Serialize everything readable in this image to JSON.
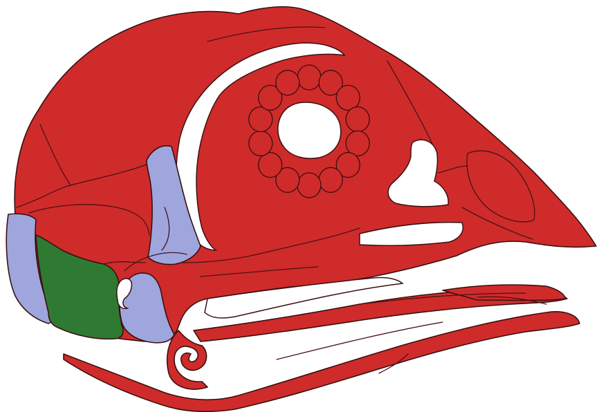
{
  "colors": {
    "background": "#ffffff",
    "bone_red": "#cf2b2b",
    "bone_blue": "#9fa6dd",
    "bone_green": "#2f7a33",
    "outline": "#3a0f10"
  },
  "regions": [
    {
      "name": "skull-red-bones",
      "color": "#cf2b2b"
    },
    {
      "name": "skull-blue-bones",
      "color": "#9fa6dd"
    },
    {
      "name": "skull-green-bone",
      "color": "#2f7a33"
    }
  ]
}
